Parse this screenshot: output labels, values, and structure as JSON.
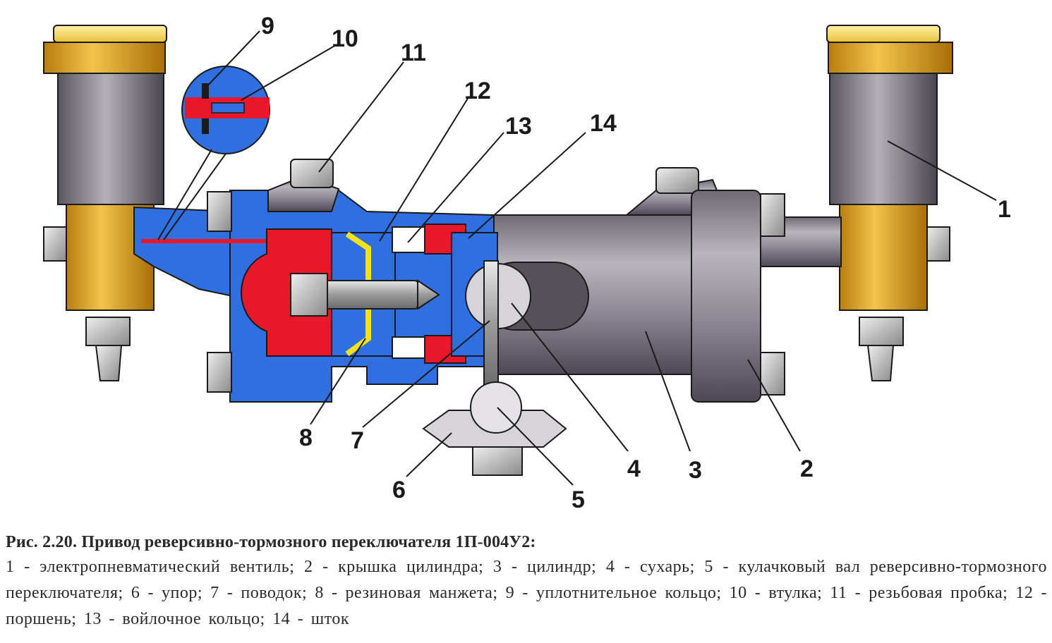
{
  "callouts": [
    "1",
    "2",
    "3",
    "4",
    "5",
    "6",
    "7",
    "8",
    "9",
    "10",
    "11",
    "12",
    "13",
    "14"
  ],
  "caption": {
    "title": "Рис. 2.20. Привод реверсивно-тормозного переключателя 1П-004У2:",
    "body": "1 - электропневматический вентиль; 2 - крышка цилиндра; 3 - цилиндр; 4 - сухарь; 5 - кулачковый вал реверсивно-тормозного переключателя; 6 - упор; 7 - поводок; 8 - резиновая манжета; 9 - уплотнительное кольцо; 10 - втулка; 11 - резьбовая пробка; 12 - поршень; 13 - войлочное кольцо; 14 - шток"
  },
  "colors": {
    "body_blue": "#2f6fe0",
    "piston_red": "#e8182a",
    "cuff_yellow": "#f2e21a",
    "brass": "#d9a020",
    "metal_gray": "#8e8a92",
    "line": "#1a1a1a"
  }
}
